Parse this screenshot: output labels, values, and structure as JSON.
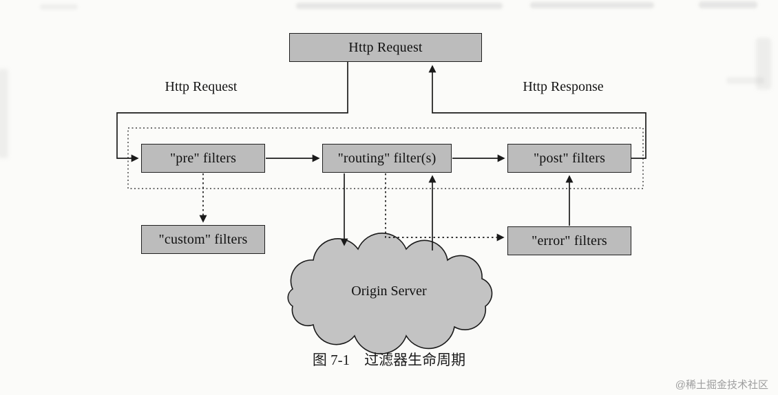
{
  "figure": {
    "caption": "图 7-1　过滤器生命周期",
    "watermark": "@稀土掘金技术社区"
  },
  "nodes": {
    "client": "Http Request",
    "pre": "\"pre\" filters",
    "routing": "\"routing\" filter(s)",
    "post": "\"post\" filters",
    "custom": "\"custom\" filters",
    "error": "\"error\" filters",
    "origin": "Origin Server"
  },
  "flow_labels": {
    "request": "Http Request",
    "response": "Http Response"
  },
  "colors": {
    "node_fill": "#bcbcbc",
    "node_border": "#1f1f1f",
    "line": "#1a1a1a",
    "background": "#fbfbf9",
    "watermark": "#9e9e9e"
  },
  "edges": [
    {
      "from": "client",
      "to": "pre",
      "style": "solid",
      "label": "Http Request"
    },
    {
      "from": "pre",
      "to": "routing",
      "style": "solid"
    },
    {
      "from": "routing",
      "to": "post",
      "style": "solid"
    },
    {
      "from": "post",
      "to": "client",
      "style": "solid",
      "label": "Http Response"
    },
    {
      "from": "routing",
      "to": "origin",
      "style": "solid"
    },
    {
      "from": "origin",
      "to": "routing",
      "style": "solid"
    },
    {
      "from": "pre",
      "to": "custom",
      "style": "dotted"
    },
    {
      "from": "routing",
      "to": "error",
      "style": "dotted"
    },
    {
      "from": "error",
      "to": "post",
      "style": "solid"
    }
  ]
}
